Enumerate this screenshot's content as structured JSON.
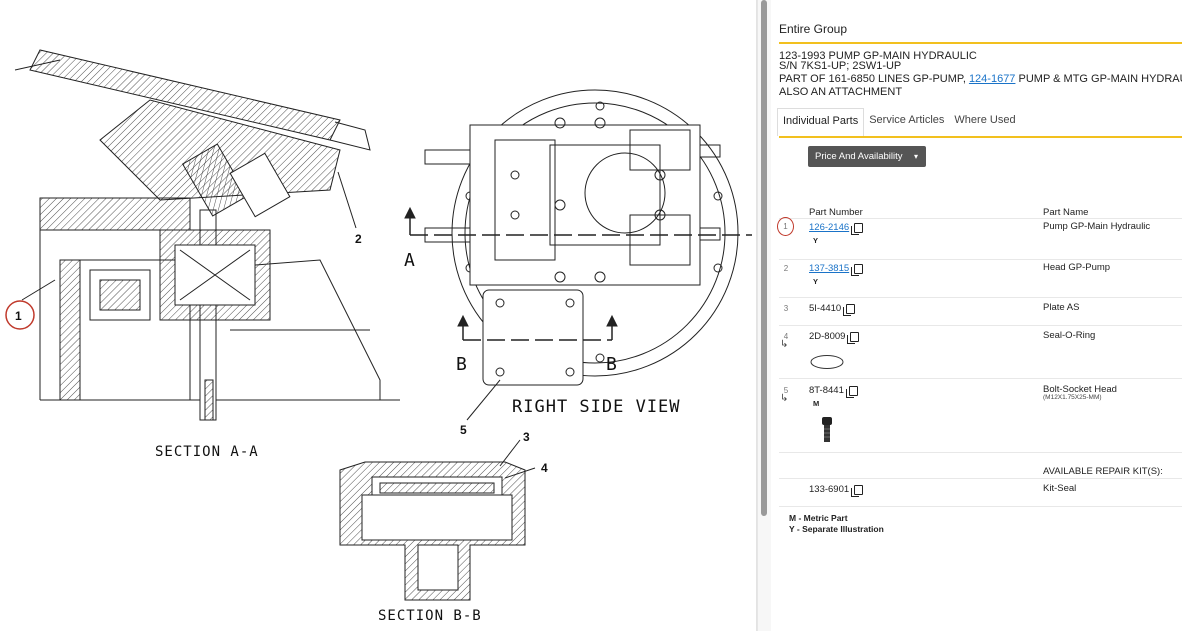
{
  "illustration": {
    "section_aa": "SECTION A-A",
    "section_bb": "SECTION B-B",
    "right_side_view": "RIGHT SIDE VIEW",
    "cut_a": "A",
    "cut_b_left": "B",
    "cut_b_right": "B",
    "callouts": [
      "1",
      "2",
      "3",
      "4",
      "5"
    ]
  },
  "group": {
    "title": "Entire Group",
    "line1": "123-1993 PUMP GP-MAIN HYDRAULIC",
    "line2": "S/N 7KS1-UP; 2SW1-UP",
    "line3_prefix": "PART OF 161-6850 LINES GP-PUMP, ",
    "line3_link": "124-1677",
    "line3_suffix": " PUMP & MTG GP-MAIN HYDRAULIC",
    "line4": "ALSO AN ATTACHMENT"
  },
  "tabs": [
    "Individual Parts",
    "Service Articles",
    "Where Used"
  ],
  "price_button": "Price And Availability",
  "columns": {
    "part_number": "Part Number",
    "part_name": "Part Name"
  },
  "parts": [
    {
      "index": "1",
      "number": "126-2146",
      "link": true,
      "flag": "Y",
      "name": "Pump GP-Main Hydraulic",
      "spec": ""
    },
    {
      "index": "2",
      "number": "137-3815",
      "link": true,
      "flag": "Y",
      "name": "Head GP-Pump",
      "spec": ""
    },
    {
      "index": "3",
      "number": "5I-4410",
      "link": false,
      "flag": "",
      "name": "Plate AS",
      "spec": ""
    },
    {
      "index": "4",
      "number": "2D-8009",
      "link": false,
      "flag": "",
      "name": "Seal-O-Ring",
      "spec": ""
    },
    {
      "index": "5",
      "number": "8T-8441",
      "link": false,
      "flag": "M",
      "name": "Bolt-Socket Head",
      "spec": "(M12X1.75X25-MM)"
    }
  ],
  "repair_kits": {
    "heading": "AVAILABLE REPAIR KIT(S):",
    "number": "133-6901",
    "name": "Kit-Seal"
  },
  "legend": {
    "m": "M - Metric Part",
    "y": "Y - Separate Illustration"
  }
}
